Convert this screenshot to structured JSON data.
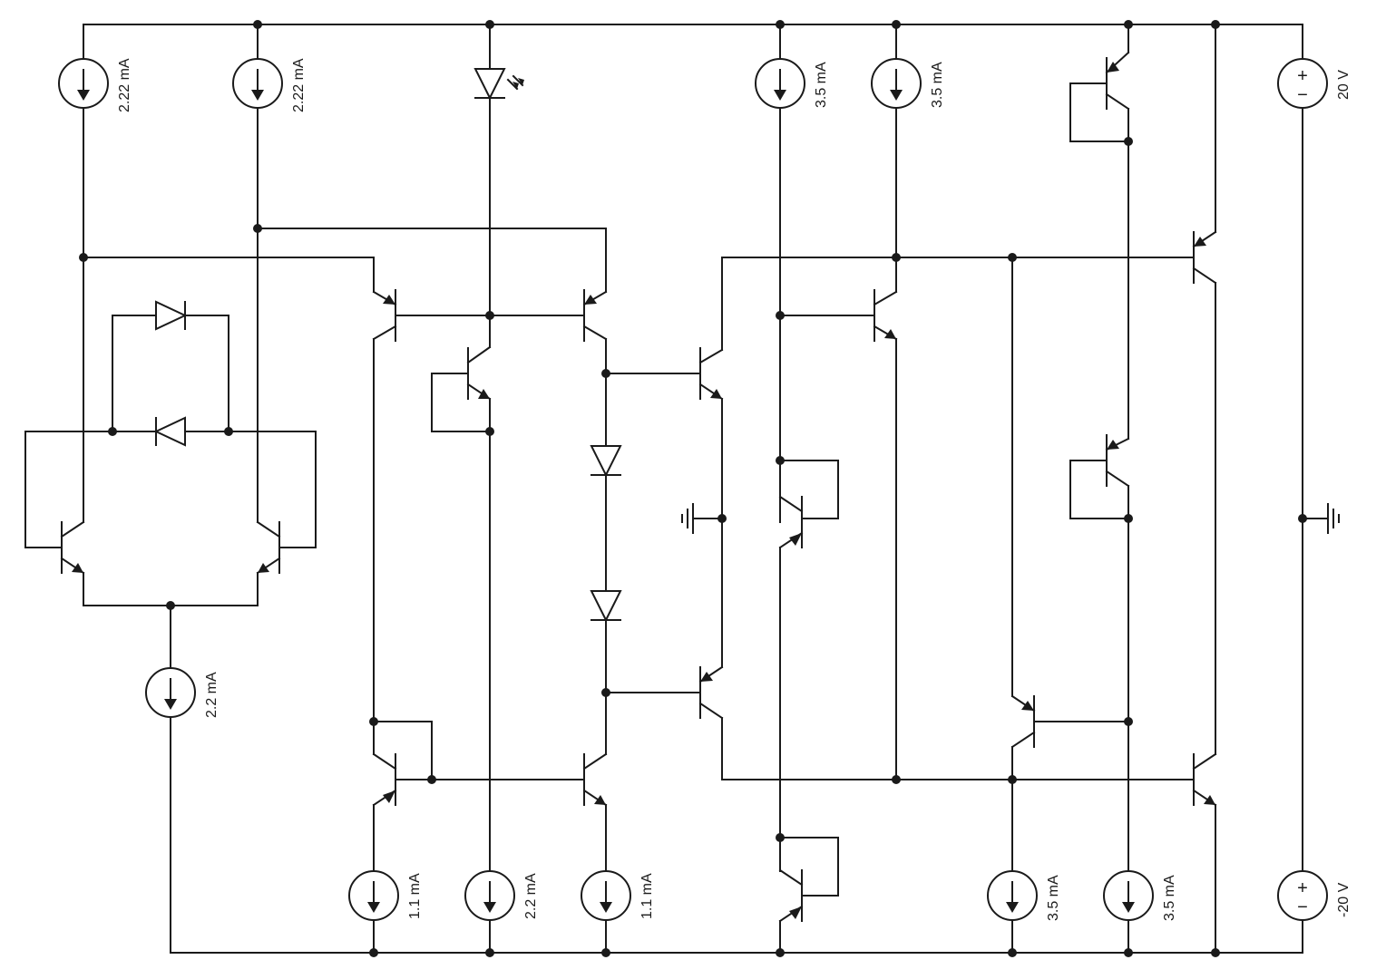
{
  "schematic": {
    "current_sources": {
      "i_top_1": "2.22 mA",
      "i_top_2": "2.22 mA",
      "i_top_3": "3.5 mA",
      "i_top_4": "3.5 mA",
      "i_tail": "2.2 mA",
      "i_bot_1": "1.1 mA",
      "i_bot_2": "2.2 mA",
      "i_bot_3": "1.1 mA",
      "i_bot_4": "3.5 mA",
      "i_bot_5": "3.5 mA"
    },
    "voltage_sources": {
      "v_pos": "20 V",
      "v_neg": "-20 V",
      "plus_sign": "+",
      "minus_sign": "−"
    }
  }
}
